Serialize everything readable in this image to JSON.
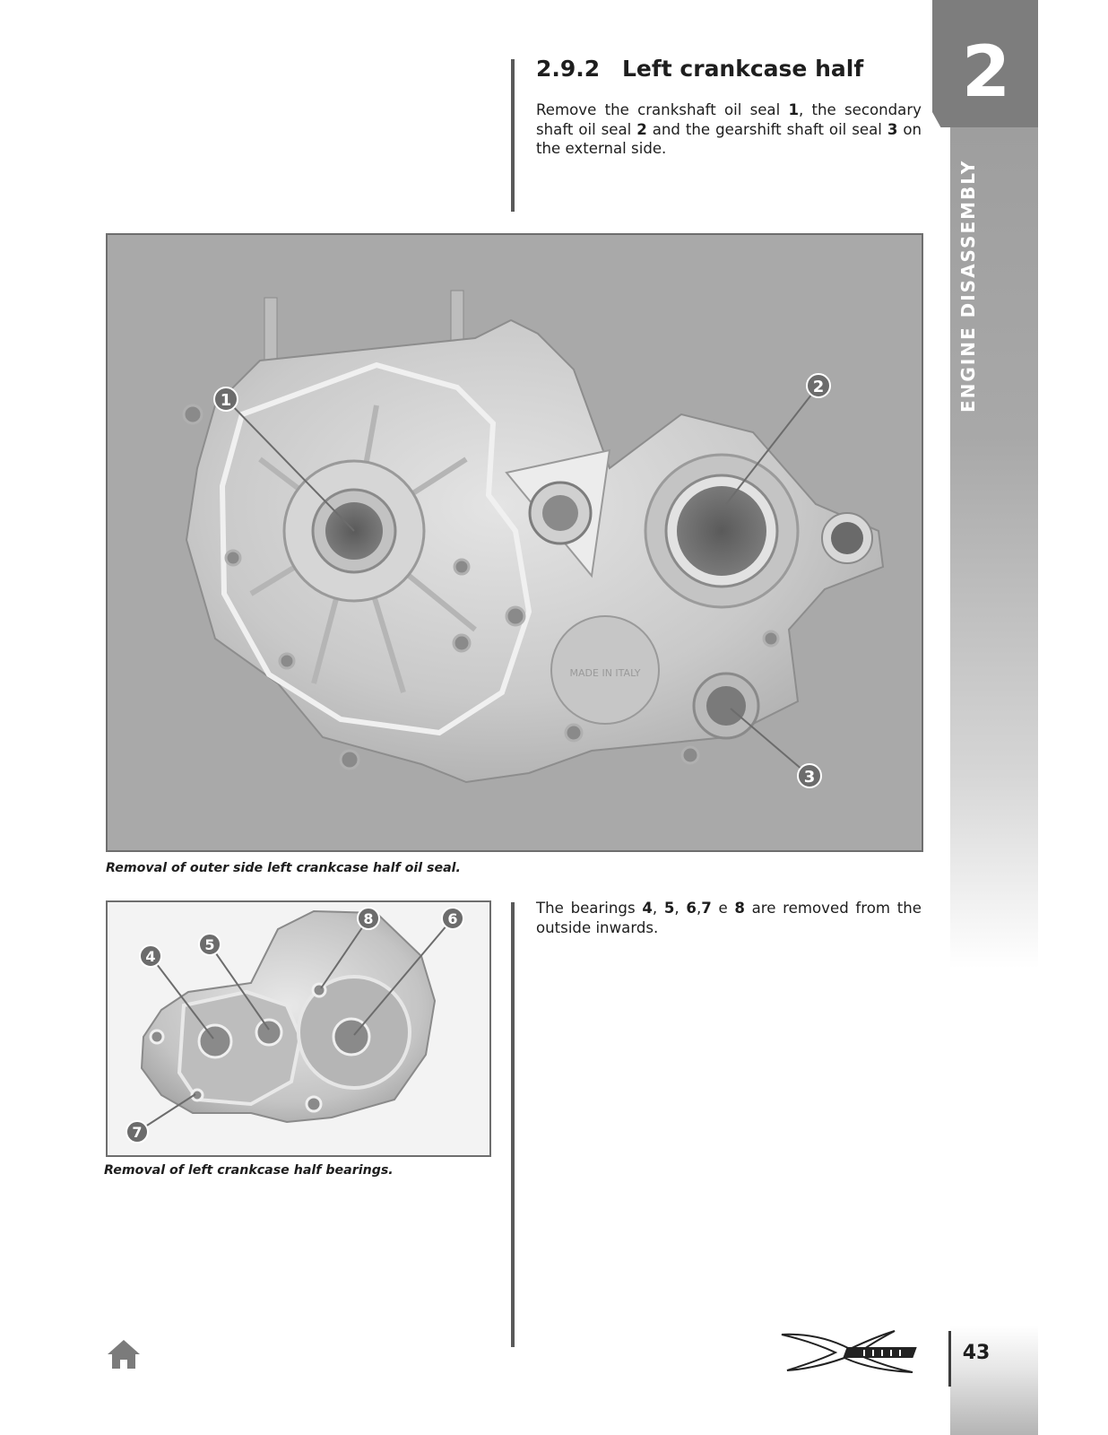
{
  "chapter": {
    "number": "2",
    "title": "ENGINE DISASSEMBLY"
  },
  "section": {
    "number": "2.9.2",
    "title": "Left crankcase half"
  },
  "intro": {
    "t1": "Remove the crankshaft oil seal ",
    "n1": "1",
    "t2": ", the secondary shaft oil seal ",
    "n2": "2",
    "t3": " and the gearshift shaft oil seal ",
    "n3": "3",
    "t4": " on the external side."
  },
  "figure1": {
    "caption": "Removal of outer side left crankcase half oil seal.",
    "callouts": [
      "1",
      "2",
      "3"
    ],
    "stamp": "MADE IN ITALY"
  },
  "figure2": {
    "caption": "Removal of left crankcase half bearings.",
    "callouts": [
      "4",
      "5",
      "8",
      "6",
      "7"
    ]
  },
  "bearings": {
    "t1": "The bearings ",
    "n4": "4",
    "s1": ", ",
    "n5": "5",
    "s2": ", ",
    "n6": "6",
    "s3": ",",
    "n7": "7",
    "s4": " e ",
    "n8": "8",
    "t2": " are removed from the outside inwards."
  },
  "footer": {
    "page_number": "43",
    "home_icon": "home-icon",
    "logo_icon": "x-logo-icon"
  },
  "colors": {
    "band": "#9a9a9a",
    "tab": "#7d7d7d",
    "photo_background": "#a9a9a9",
    "callout": "#6c6c6c"
  }
}
